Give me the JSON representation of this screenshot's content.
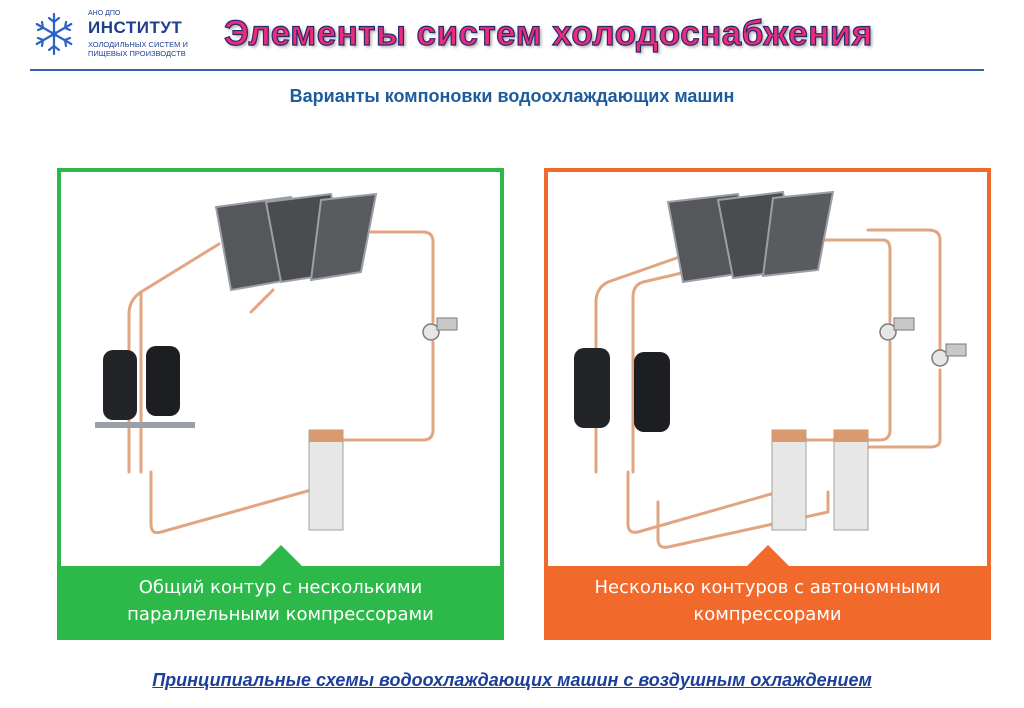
{
  "logo": {
    "small": "АНО ДПО",
    "big": "ИНСТИТУТ",
    "sub": "ХОЛОДИЛЬНЫХ СИСТЕМ И\nПИЩЕВЫХ ПРОИЗВОДСТВ"
  },
  "header": {
    "title": "Элементы систем холодоснабжения",
    "subtitle": "Варианты компоновки водоохлаждающих машин"
  },
  "panels": [
    {
      "caption_line1": "Общий контур с несколькими",
      "caption_line2": "параллельными компрессорами",
      "color": "#2db84a"
    },
    {
      "caption_line1": "Несколько контуров с автономными",
      "caption_line2": "компрессорами",
      "color": "#f26a2b"
    }
  ],
  "footer": {
    "text": "Принципиальные схемы водоохлаждающих машин с воздушным охлаждением"
  },
  "colors": {
    "title": "#ee2a7c",
    "accent_blue": "#1d5c9c",
    "pipe": "#e2a582"
  }
}
